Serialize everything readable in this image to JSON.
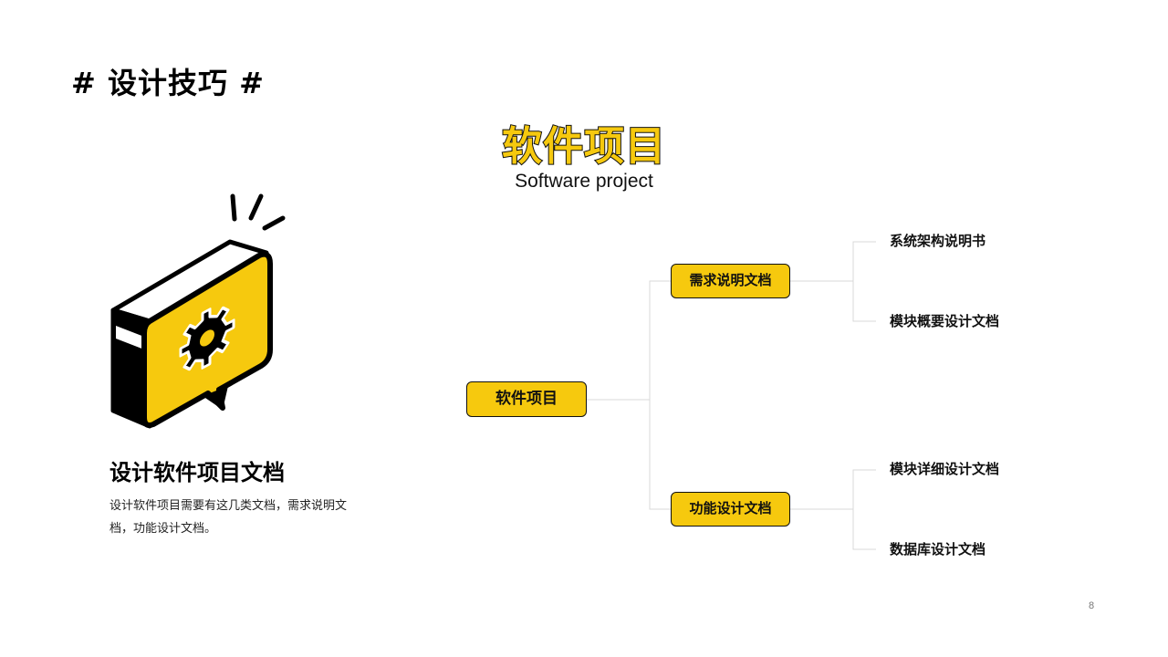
{
  "header": {
    "section_tag": "# 设计技巧 #"
  },
  "title": {
    "main": "软件项目",
    "subtitle": "Software project"
  },
  "illustration": {
    "icon": "gear-chat-bubble-icon"
  },
  "left_panel": {
    "heading": "设计软件项目文档",
    "description": "设计软件项目需要有这几类文档，需求说明文档，功能设计文档。"
  },
  "diagram": {
    "root": "软件项目",
    "branches": [
      {
        "label": "需求说明文档",
        "children": [
          "系统架构说明书",
          "模块概要设计文档"
        ]
      },
      {
        "label": "功能设计文档",
        "children": [
          "模块详细设计文档",
          "数据库设计文档"
        ]
      }
    ]
  },
  "footer": {
    "page_number": "8"
  },
  "colors": {
    "accent": "#F6C90E",
    "outline": "#111111",
    "connector": "#D9D9D9"
  }
}
